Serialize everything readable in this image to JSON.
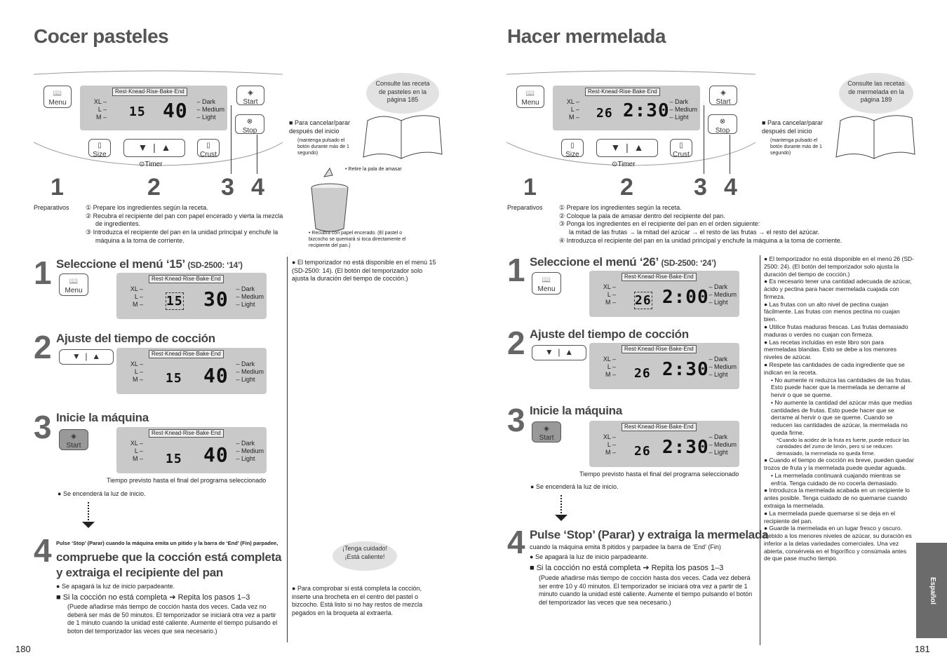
{
  "left": {
    "page_title": "Cocer pasteles",
    "panel": {
      "menu_label": "Menu",
      "stage_bar": "Rest·Knead·Rise·Bake·End",
      "sizes": [
        "XL",
        "L",
        "M"
      ],
      "crusts": [
        "Dark",
        "Medium",
        "Light"
      ],
      "lcd_menu_digit": "15",
      "lcd_time": "40",
      "start_label": "Start",
      "stop_label": "Stop",
      "size_label": "Size",
      "crust_label": "Crust",
      "timer_label": "Timer",
      "arrow_down": "▼",
      "arrow_up": "▲",
      "callouts": [
        "1",
        "2",
        "3",
        "4"
      ]
    },
    "stop_note": "Para cancelar/parar después del inicio",
    "stop_note_small": "(mantenga pulsado el botón durante más de 1 segundo)",
    "bubble_recipe": "Consulte las receta de pasteles en la página 185",
    "paddle_note": "• Retire la pala de amasar",
    "pan_note": "• Recubra con papel encerado. (El pastel o bizcocho se quemará si toca directamente el recipiente del pan.)",
    "prep_label": "Preparativos",
    "prep_steps": [
      "① Prepare los ingredientes según la receta.",
      "② Recubra el recipiente del pan con papel encerado y vierta la mezcla de ingredientes.",
      "③ Introduzca el recipiente del pan en la unidad principal y enchufe la máquina a la toma de corriente."
    ],
    "step1": {
      "num": "1",
      "heading": "Seleccione el menú ‘15’",
      "heading_small": "(SD-2500: ‘14’)",
      "lcd_menu": "15",
      "lcd_time": "30"
    },
    "step1_note": "El temporizador no está disponible en el menú 15 (SD-2500: 14). (El botón del temporizador solo ajusta la duración del tiempo de cocción.)",
    "step2": {
      "num": "2",
      "heading": "Ajuste del tiempo de cocción",
      "lcd_menu": "15",
      "lcd_time": "40"
    },
    "step3": {
      "num": "3",
      "heading": "Inicie la máquina",
      "lcd_menu": "15",
      "lcd_time": "40"
    },
    "step3_caption": "Tiempo previsto hasta el final del programa seleccionado",
    "step3_bullet": "Se encenderá la luz de inicio.",
    "step4": {
      "num": "4",
      "intro": "Pulse ‘Stop’ (Parar) cuando la máquina emita un pitido y la barra de ‘End’ (Fin) parpadee,",
      "heading": "compruebe que la cocción está completa y extraiga el recipiente del pan",
      "bullet": "Se apagará la luz de inicio parpadeante.",
      "not_done": "Si la cocción no está completa ➔ Repita los pasos 1–3",
      "not_done_detail": "(Puede añadirse más tiempo de cocción hasta dos veces. Cada vez no deberá ser más de 50 minutos. El temporizador se iniciará otra vez a partir de 1 minuto cuando la unidad esté caliente. Aumente el tiempo pulsando el boton del temporizador las veces que sea necesario.)"
    },
    "caution_bubble": "¡Tenga cuidado! ¡Está caliente!",
    "check_note": "Para comprobar si está completa la cocción, inserte una brocheta en el centro del pastel o bizcocho. Está listo si no hay restos de mezcla pegados en la broqueta al extraerla.",
    "page_number": "180"
  },
  "right": {
    "page_title": "Hacer mermelada",
    "lcd_menu_digit": "26",
    "lcd_time": "2:30",
    "bubble_recipe": "Consulte las recetas de mermelada en la página 189",
    "prep_label": "Preparativos",
    "prep_steps": [
      "① Prepare los ingredientes según la receta.",
      "② Coloque la pala de amasar dentro del recipiente del pan.",
      "③ Ponga los ingredientes en el recipiente del pan en el orden siguiente:",
      "la mitad de las frutas → la mitad del azúcar → el resto de las frutas → el resto del azúcar.",
      "④ Introduzca el recipiente del pan en la unidad principal y enchufe la máquina a la toma de corriente."
    ],
    "step1": {
      "num": "1",
      "heading": "Seleccione el menú ‘26’",
      "heading_small": "(SD-2500: ‘24’)",
      "lcd_menu": "26",
      "lcd_time": "2:00"
    },
    "step2": {
      "num": "2",
      "heading": "Ajuste del tiempo de cocción",
      "lcd_menu": "26",
      "lcd_time": "2:30"
    },
    "step3": {
      "num": "3",
      "heading": "Inicie la máquina",
      "lcd_menu": "26",
      "lcd_time": "2:30"
    },
    "step3_caption": "Tiempo previsto hasta el final del programa seleccionado",
    "step3_bullet": "Se encenderá la luz de inicio.",
    "step4": {
      "num": "4",
      "heading": "Pulse ‘Stop’ (Parar) y extraiga la mermelada",
      "intro": "cuando la máquina emita 8 pitidos y parpadee la barra de ‘End’ (Fin)",
      "bullet": "Se apagará la luz de inicio parpadeante.",
      "not_done": "Si la cocción no está completa ➔ Repita los pasos 1–3",
      "not_done_detail": "(Puede añadirse más tiempo de cocción hasta dos veces. Cada vez deberá ser entre 10 y 40 minutos. El temporizador se iniciará otra vez a partir de 1 minuto cuando la unidad esté caliente. Aumente el tiempo pulsando el botón del temporizador las veces que sea necesario.)"
    },
    "notes": [
      "El temporizador no está disponible en el menú 26 (SD-2500: 24). (El botón del temporizador solo ajusta la duración del tiempo de cocción.)",
      "Es necesario tener una cantidad adecuada de azúcar, ácido y pectina para hacer mermelada cuajada con firmeza.",
      "Las frutas con un alto nivel de pectina cuajan fácilmente. Las frutas con menos pectina no cuajan bien.",
      "Utilice frutas maduras frescas. Las frutas demasiado maduras o verdes no cuajan con firmeza.",
      "Las recetas incluidas en este libro son para mermeladas blandas. Esto se debe a los menores niveles de azúcar.",
      "Respete las cantidades de cada ingrediente que se indican en la receta.",
      "• No aumente ni reduzca las cantidades de las frutas. Esto puede hacer que la mermelada se derrame al hervir o que se queme.",
      "• No aumente la cantidad del azúcar más que medias cantidades de frutas. Esto puede hacer que se derrame al hervir o que se queme. Cuando se reducen las cantidades de azúcar, la mermelada no queda firme.",
      "*Cuando la acidez de la fruta es fuerte, puede reducir las cantidades del zumo de limón, pero si se reducen demasiado, la mermelada no queda firme.",
      "Cuando el tiempo de cocción es breve, pueden quedar trozos de fruta y la mermelada puede quedar aguada.",
      "• La mermelada continuará cuajando mientras se enfría. Tenga cuidado de no cocerla demasiado.",
      "Introduzca la mermelada acabada en un recipiente lo antes posible. Tenga cuidado de no quemarse cuando extraiga la mermelada.",
      "La mermelada puede quemarse si se deja en el recipiente del pan.",
      "Guarde la mermelada en un lugar fresco y oscuro. Debido a los menores niveles de azúcar, su duración es inferior a la delas variedades comerciales. Una vez abierta, consérvela en el frigorífico y consúmala antes de que pase mucho tiempo."
    ],
    "side_tab": "Español",
    "page_number": "181"
  }
}
